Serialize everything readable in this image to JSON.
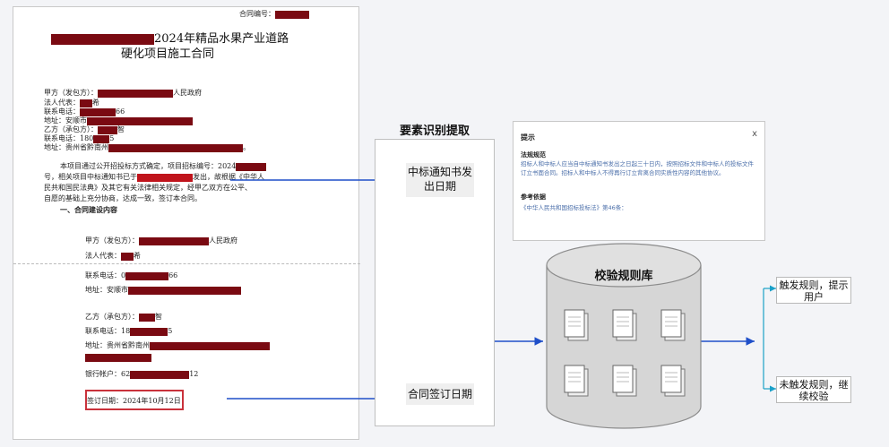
{
  "document": {
    "contract_no_label": "合同编号：",
    "title_line1": "2024年精品水果产业道路",
    "title_line2": "硬化项目施工合同",
    "party_a_label": "甲方（发包方）：",
    "party_a_suffix": "人民政府",
    "legal_rep_label": "法人代表：",
    "legal_rep_value": "希",
    "phone_label": "联系电话：",
    "phone_a_value": "66",
    "address_label": "地址：安顺市",
    "party_b_label": "乙方（承包方）：",
    "party_b_value": "智",
    "phone_b_prefix": "联系电话：180",
    "phone_b_suffix": "5",
    "address_b_label": "地址：贵州省黔南州",
    "body_line1a": "本项目通过公开招投标方式确定，项目招标编号：2024",
    "body_line2a": "号，相关项目中标通知书已于",
    "body_line2b": "发出，故根据《中华人",
    "body_line3": "民共和国民法典》及其它有关法律相关规定，经甲乙双方在公平、",
    "body_line4": "自愿的基础上充分协商，达成一致，签订本合同。",
    "section1": "一、合同建设内容",
    "p2_party_a_label": "甲方（发包方）：",
    "p2_party_a_suffix": "人民政府",
    "p2_legal_rep_label": "法人代表：",
    "p2_legal_rep_value": "希",
    "p2_phone_label": "联系电话：0",
    "p2_phone_suffix": "66",
    "p2_address_label": "地址：安顺市",
    "p2_party_b_label": "乙方（承包方）：",
    "p2_party_b_value": "智",
    "p2_phone_b_label": "联系电话：18",
    "p2_phone_b_suffix": "5",
    "p2_address_b_label": "地址：贵州省黔南州",
    "bank_label": "银行帐户：62",
    "bank_suffix": "12",
    "sign_date": "签订日期：2024年10月12日"
  },
  "extraction": {
    "header": "要素识别提取",
    "item1": "中标通知书发出日期",
    "item2": "合同签订日期"
  },
  "tip": {
    "title": "提示",
    "close": "x",
    "section1_title": "法规规范",
    "section1_text": "招标人和中标人应当自中标通知书发出之日起三十日内，按照招标文件和中标人的投标文件订立书面合同。招标人和中标人不得再行订立背离合同实质性内容的其他协议。",
    "section2_title": "参考依据",
    "section2_text": "《中华人民共和国招标投标法》第46条："
  },
  "rules_db": {
    "label": "校验规则库"
  },
  "results": {
    "triggered": "触发规则，提示用户",
    "not_triggered": "未触发规则，继续校验"
  },
  "colors": {
    "redaction": "#7a0a12",
    "arrow": "#1f4fc9",
    "cylinder": "#d6d6d6",
    "tip_text": "#4a6ea9",
    "highlight_box": "#c9323b"
  }
}
